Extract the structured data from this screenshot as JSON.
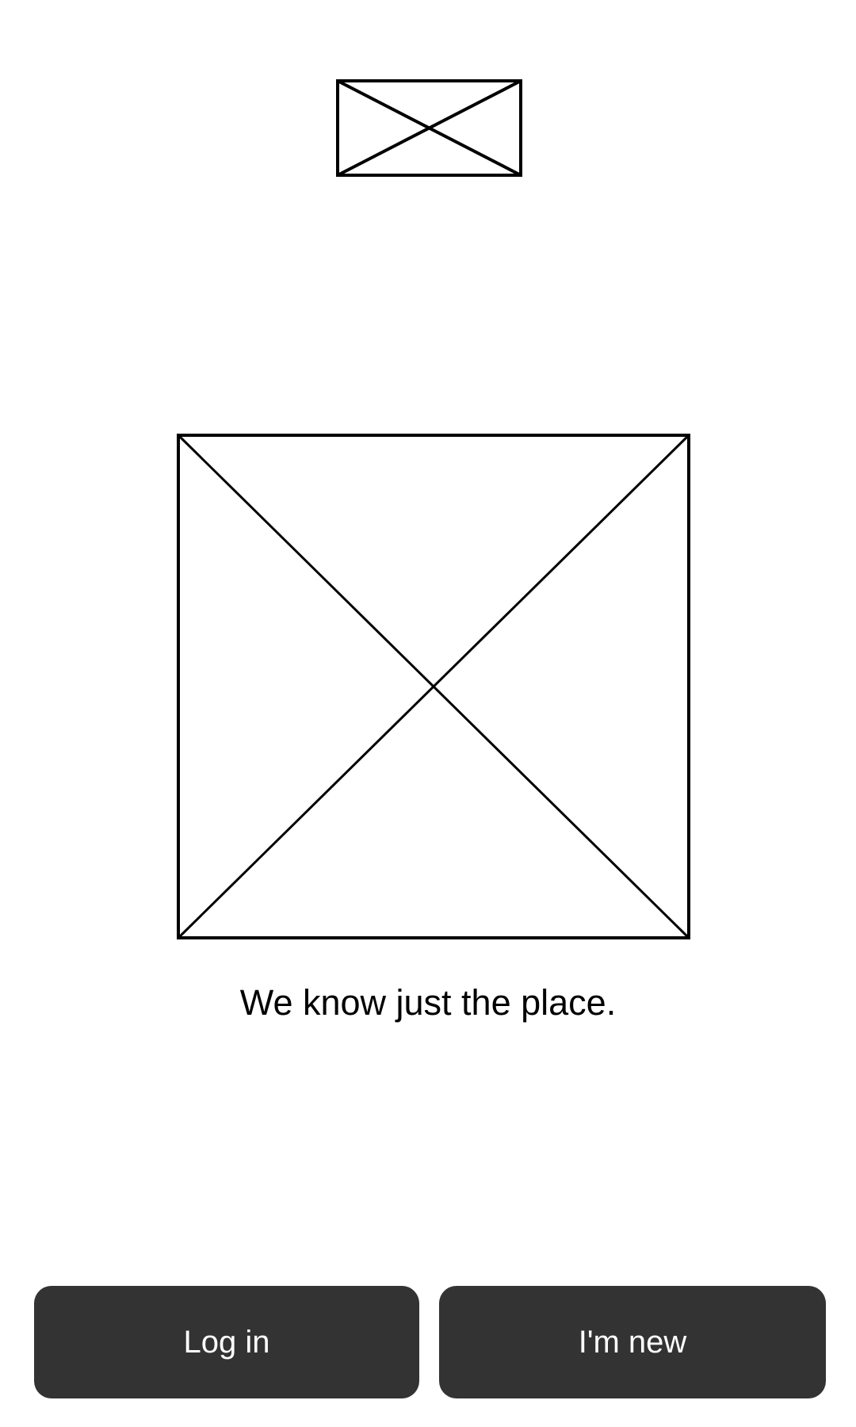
{
  "screen": {
    "tagline": "We know just the place."
  },
  "actions": {
    "login_label": "Log in",
    "new_label": "I'm new"
  },
  "colors": {
    "background": "#ffffff",
    "button_fill": "#333333",
    "button_text": "#ffffff",
    "text": "#000000",
    "placeholder_stroke": "#000000"
  },
  "icons": {
    "logo": "image-placeholder-icon",
    "hero": "image-placeholder-icon"
  }
}
